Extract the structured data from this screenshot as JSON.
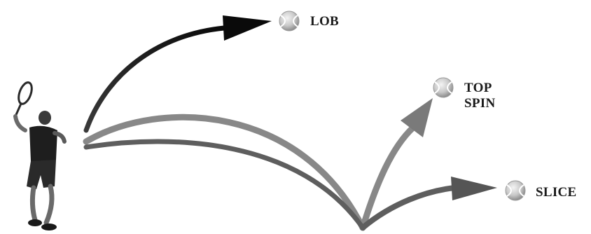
{
  "shots": {
    "lob": {
      "label": "LOB",
      "arrow_color": "#111111"
    },
    "topspin": {
      "label_line1": "TOP",
      "label_line2": "SPIN",
      "arrow_color": "#7a7a7a"
    },
    "slice": {
      "label": "SLICE",
      "arrow_color": "#5a5a5a"
    }
  },
  "icons": {
    "ball": "tennis-ball-icon",
    "player": "tennis-player-figure"
  }
}
